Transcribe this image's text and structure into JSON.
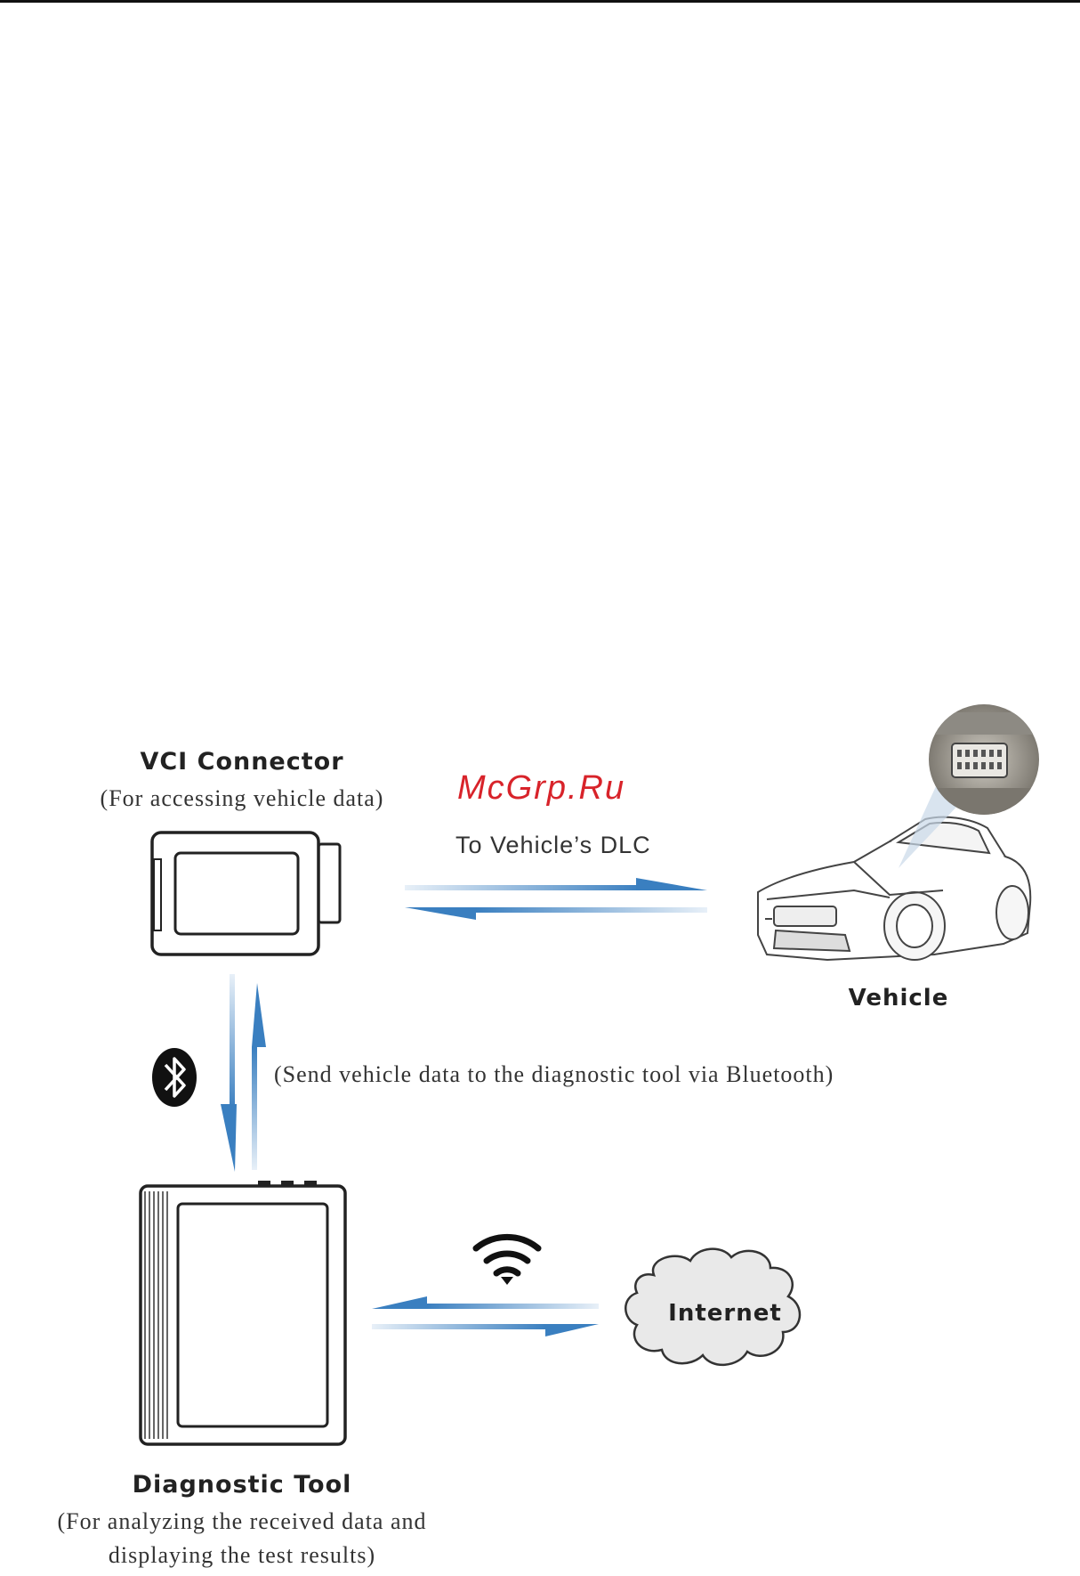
{
  "diagram": {
    "watermark": "McGrp.Ru",
    "vci": {
      "title": "VCI Connector",
      "subtitle": "(For accessing vehicle data)"
    },
    "dlc_label": "To Vehicle’s DLC",
    "vehicle": {
      "title": "Vehicle"
    },
    "bluetooth_note": "(Send vehicle data to the diagnostic tool via Bluetooth)",
    "diagnostic_tool": {
      "title": "Diagnostic Tool",
      "subtitle_line1": "(For analyzing the received data and",
      "subtitle_line2": "displaying the test results)"
    },
    "internet": {
      "label": "Internet"
    },
    "icons": [
      "bluetooth-icon",
      "wifi-icon",
      "cloud-icon",
      "car-illustration",
      "obd-port-illustration"
    ],
    "colors": {
      "arrow_blue": "#3a7fc0",
      "watermark_red": "#d8232a"
    }
  }
}
